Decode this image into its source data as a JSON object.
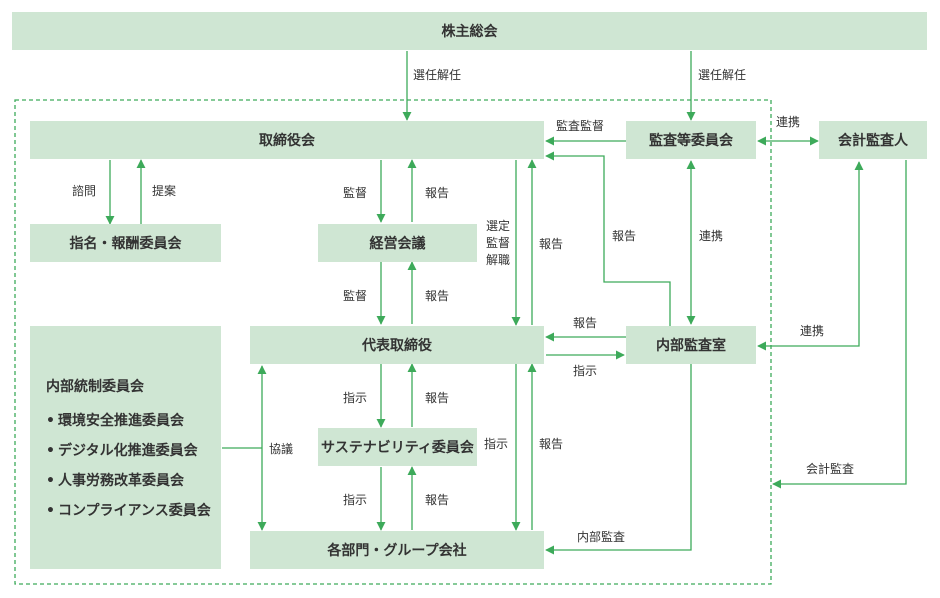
{
  "nodes": {
    "shareholders": "株主総会",
    "board": "取締役会",
    "audit_committee": "監査等委員会",
    "accounting_auditor": "会計監査人",
    "nomination_committee": "指名・報酬委員会",
    "management_meeting": "経営会議",
    "representative_director": "代表取締役",
    "internal_audit_office": "内部監査室",
    "sustainability_committee": "サステナビリティ委員会",
    "departments": "各部門・グループ会社"
  },
  "internal_control": {
    "title": "内部統制委員会",
    "items": [
      "環境安全推進委員会",
      "デジタル化推進委員会",
      "人事労務改革委員会",
      "コンプライアンス委員会"
    ]
  },
  "edge_labels": {
    "elect_dismiss_board": "選任解任",
    "elect_dismiss_audit": "選任解任",
    "audit_supervision": "監査監督",
    "cooperation_audit_accounting": "連携",
    "consultation": "諮問",
    "proposal": "提案",
    "supervision_mgmt": "監督",
    "report_mgmt_board": "報告",
    "select_supervise_dismiss": "選定監督解職",
    "report_rep_board": "報告",
    "report_internal_board": "報告",
    "cooperation_audit_internal": "連携",
    "supervision_rep": "監督",
    "report_rep_mgmt": "報告",
    "report_internal_rep": "報告",
    "instruction_rep_internal": "指示",
    "cooperation_internal_accounting": "連携",
    "instruction_sust": "指示",
    "report_sust": "報告",
    "instruction_rep_dept": "指示",
    "report_dept_rep": "報告",
    "consultation_ic": "協議",
    "accounting_audit": "会計監査",
    "instruction_sust_dept": "指示",
    "report_dept_sust": "報告",
    "internal_audit": "内部監査"
  },
  "colors": {
    "box_fill": "#cfe6d3",
    "arrow": "#3daa5a",
    "border": "#3daa5a"
  }
}
